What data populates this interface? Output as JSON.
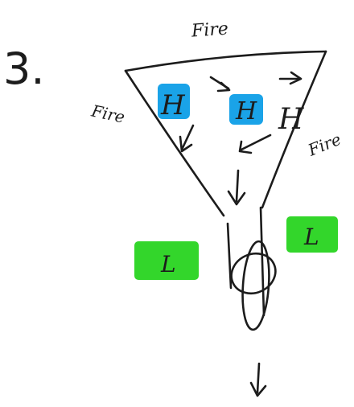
{
  "step_number": "3.",
  "fire_labels": {
    "top": "Fire",
    "left": "Fire",
    "right": "Fire"
  },
  "high_labels": [
    "H",
    "H",
    "H"
  ],
  "low_labels": [
    "L",
    "L"
  ],
  "colors": {
    "ink": "#1c1c1c",
    "high_highlight": "#1aa3e8",
    "low_highlight": "#33d62b"
  }
}
